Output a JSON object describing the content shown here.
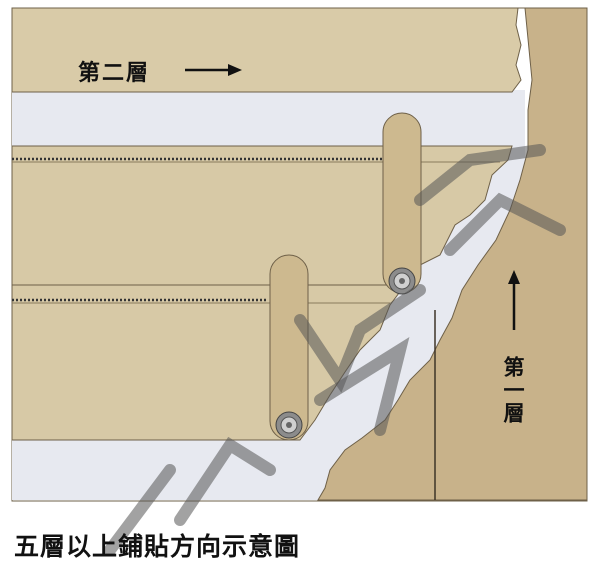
{
  "labels": {
    "second_layer": "第二層",
    "first_layer": "第一層"
  },
  "caption": "五層以上鋪貼方向示意圖",
  "colors": {
    "shingle": "#d7c9a6",
    "shingle_edge": "#6e6048",
    "underlayment": "#e6e8ef",
    "deck": "#c9b48e",
    "nail_strip": "#cdb98f",
    "nail_line": "#333333",
    "arrow": "#111111",
    "watermark": "#555555"
  },
  "icons": {
    "arrow_right": "arrow-right-icon",
    "arrow_up": "arrow-up-icon",
    "nail_head": "nail-icon"
  }
}
